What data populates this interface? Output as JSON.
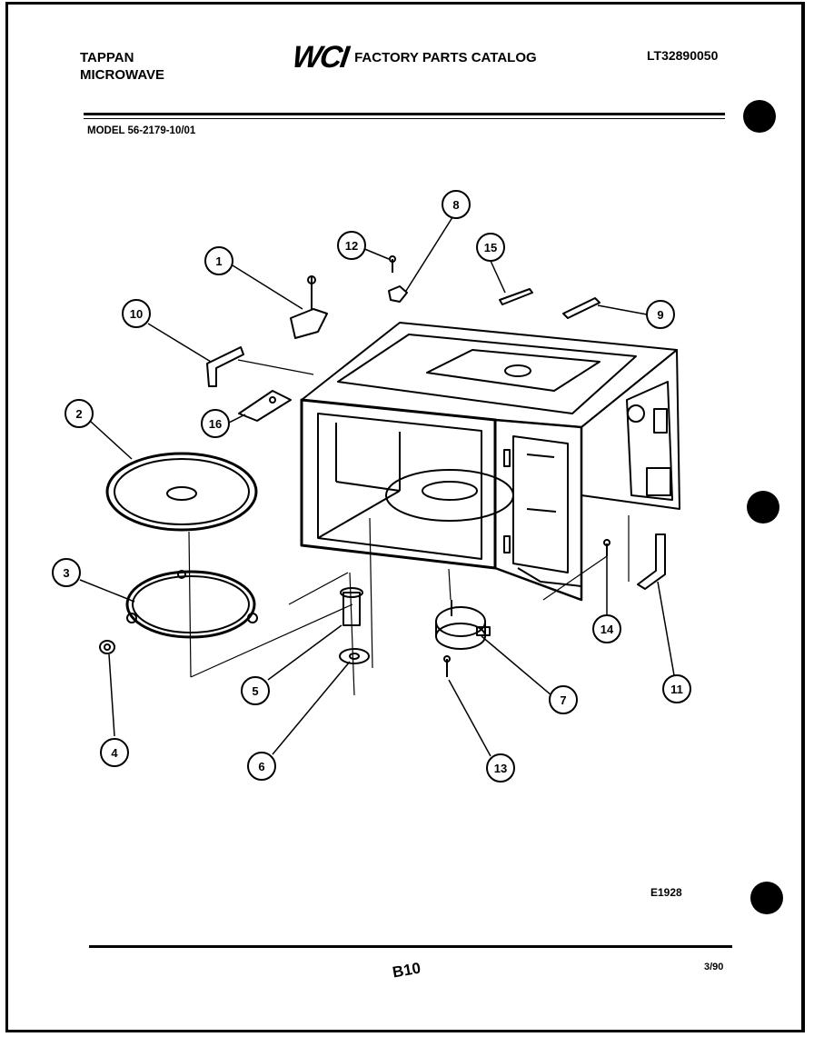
{
  "header": {
    "brand_line1": "TAPPAN",
    "brand_line2": "MICROWAVE",
    "logo": "WCI",
    "catalog_title": "FACTORY PARTS CATALOG",
    "catalog_number": "LT32890050"
  },
  "model_label": "MODEL 56-2179-10/01",
  "figure_code": "E1928",
  "page_number": "B10",
  "date": "3/90",
  "callouts": [
    {
      "n": "1"
    },
    {
      "n": "2"
    },
    {
      "n": "3"
    },
    {
      "n": "4"
    },
    {
      "n": "5"
    },
    {
      "n": "6"
    },
    {
      "n": "7"
    },
    {
      "n": "8"
    },
    {
      "n": "9"
    },
    {
      "n": "10"
    },
    {
      "n": "11"
    },
    {
      "n": "12"
    },
    {
      "n": "13"
    },
    {
      "n": "14"
    },
    {
      "n": "15"
    },
    {
      "n": "16"
    }
  ]
}
